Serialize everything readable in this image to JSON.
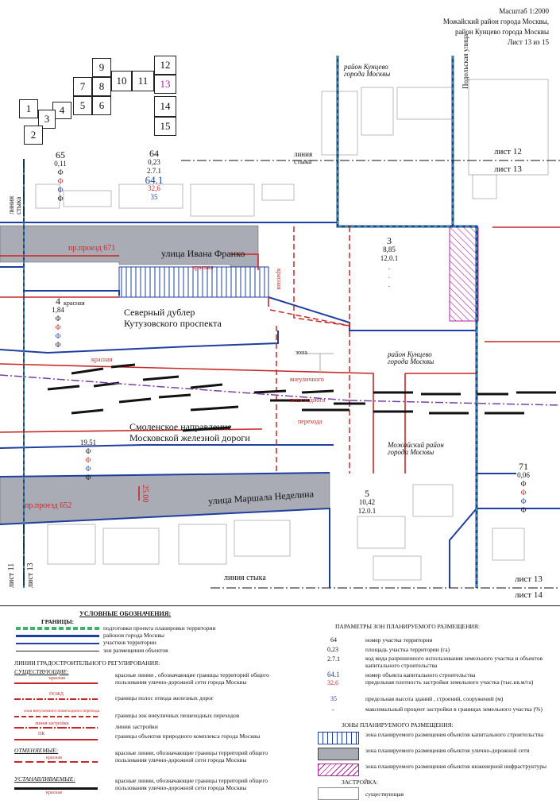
{
  "header": {
    "scale": "Масштаб 1:2000",
    "district_line1": "Можайский район города Москвы,",
    "district_line2": "район Кунцево города Москвы",
    "sheet": "Лист 13 из 15"
  },
  "sheet_index": {
    "cells": [
      "1",
      "2",
      "3",
      "4",
      "5",
      "6",
      "7",
      "8",
      "9",
      "10",
      "11",
      "12",
      "13",
      "14",
      "15"
    ],
    "current": "13",
    "current_color": "#b0279b"
  },
  "map": {
    "parcels": [
      {
        "id": "65",
        "area": "0,11",
        "codes": [
          "Ф",
          "Ф",
          "Ф",
          "Ф"
        ]
      },
      {
        "id": "64",
        "area": "0,23",
        "kind": "2.7.1",
        "object": "64.1",
        "density": "32,6",
        "height": "35"
      },
      {
        "id": "3",
        "area": "8,85",
        "kind": "12.0.1"
      },
      {
        "id": "4",
        "area": "1,84",
        "codes": [
          "Ф",
          "Ф",
          "Ф",
          "Ф"
        ]
      },
      {
        "id": "19.51",
        "codes": [
          "Ф",
          "Ф",
          "Ф",
          "Ф"
        ]
      },
      {
        "id": "5",
        "area": "10,42",
        "kind": "12.0.1"
      },
      {
        "id": "71",
        "area": "0,06",
        "codes": [
          "Ф",
          "Ф",
          "Ф",
          "Ф"
        ]
      }
    ],
    "labels": {
      "kuntsevo_top": "район Кунцево\nгорода Москвы",
      "podolskaya": "Подольская улица",
      "liniya_styka_top": "линия\nстыка",
      "liniya_styka_left": "линия\nстыка",
      "list12": "лист 12",
      "list13_top": "лист 13",
      "pr671": "пр.проезд 671",
      "ivan_franko": "улица Ивана Франко",
      "krasnaya1": "красная",
      "krasnaya2": "красная",
      "krasnaya3": "красная",
      "krasnaya4": "красная",
      "dubler": "Северный дублер\nКутузовского проспекта",
      "kuntsevo_mid": "район Кунцево\nгорода Москвы",
      "zona": "зона",
      "vneulichnogo": "внеуличного",
      "peshehodnogo": "пешеходного",
      "perehoda": "перехода",
      "smolensk": "Смоленское направление\nМосковской железной дороги",
      "mozhaisk": "Можайский район\nгорода Москвы",
      "pr652": "пр.проезд 652",
      "dim_25": "25.00",
      "nedelina": "улица Маршала Неделина",
      "liniya_styka_bottom": "линия стыка",
      "list11": "лист 11",
      "list13_left": "лист 13",
      "list13_bot": "лист 13",
      "list14": "лист 14"
    }
  },
  "legend": {
    "title": "УСЛОВНЫЕ ОБОЗНАЧЕНИЯ:",
    "borders_title": "ГРАНИЦЫ:",
    "borders": [
      "подготовки проекта планировки территории",
      "районов города Москвы",
      "участков территории",
      "зон размещения объектов"
    ],
    "regulation_title": "ЛИНИИ ГРАДОСТРОИТЕЛЬНОГО РЕГУЛИРОВАНИЯ:",
    "existing_title": "СУЩЕСТВУЮЩИЕ:",
    "existing": [
      "красные линии , обозначающие границы территорий общего пользования улично-дорожной сети города Москвы",
      "границы полос отвода железных дорог",
      "границы зон внеуличных пешеходных переходов",
      "линии застройки",
      "границы объектов природного комплекса города Москвы"
    ],
    "existing_swatch_labels": [
      "красная",
      "ПОЖД",
      "зона внеуличного пешеходного перехода",
      "линия застройки",
      "ПК"
    ],
    "cancelled_title": "ОТМЕНЯЕМЫЕ:",
    "cancelled": "красные линии, обозначающие границы территорий общего пользования улично-дорожной сети города Москвы",
    "cancelled_swatch": "красная",
    "established_title": "УСТАНАВЛИВАЕМЫЕ:",
    "established": "красные линии, обозначающие границы территорий общего пользования улично-дорожной сети города Москвы",
    "established_swatch": "красная",
    "params_title": "ПАРАМЕТРЫ ЗОН ПЛАНИРУЕМОГО РАЗМЕЩЕНИЯ:",
    "params": [
      {
        "key": "64",
        "text": "номер участка территории",
        "color": "#111111"
      },
      {
        "key": "0,23",
        "text": "площадь участка территории (га)",
        "color": "#111111"
      },
      {
        "key": "2.7.1",
        "text": "код вида разрешенного использования земельного участка и объектов капитального строительства",
        "color": "#111111"
      },
      {
        "key": "64.1",
        "text": "номер объекта капитального строительства",
        "color": "#1f3fa0"
      },
      {
        "key": "32,6",
        "text": "предельная плотность застройки земельного участка (тыс.кв.м/га)",
        "color": "#c02828"
      },
      {
        "key": "35",
        "text": "предельная высота зданий , строений, сооружений (м)",
        "color": "#1f3fa0"
      },
      {
        "key": "-",
        "text": "максимальный процент застройки в границах земельного участка (%)",
        "color": "#111111"
      }
    ],
    "zones_title": "ЗОНЫ ПЛАНИРУЕМОГО РАЗМЕЩЕНИЯ:",
    "zones": [
      "зона планируемого размещения объектов капитального строительства",
      "зона планируемого размещения объектов улично-дорожной сети",
      "зона планируемого размещения объектов инженерной инфраструктуры"
    ],
    "buildings_title": "ЗАСТРОЙКА:",
    "buildings": "существующая"
  }
}
